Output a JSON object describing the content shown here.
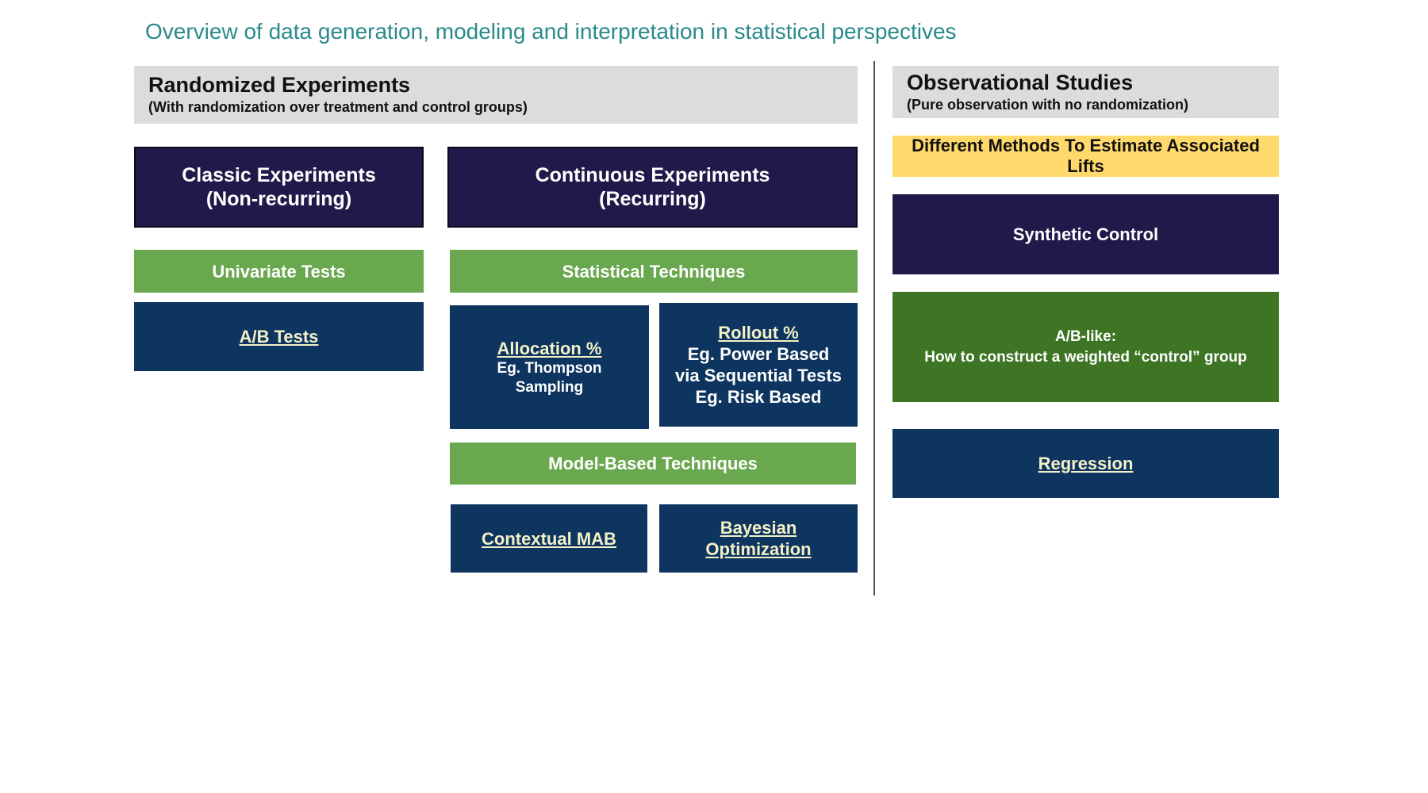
{
  "title": "Overview of data generation, modeling and interpretation in statistical perspectives",
  "randomized": {
    "heading": "Randomized Experiments",
    "subheading": "(With randomization over treatment and control groups)",
    "classic": {
      "line1": "Classic Experiments",
      "line2": "(Non-recurring)",
      "univariate": "Univariate Tests",
      "ab_tests": "A/B Tests"
    },
    "continuous": {
      "line1": "Continuous Experiments",
      "line2": "(Recurring)",
      "statistical": "Statistical Techniques",
      "allocation": {
        "link": "Allocation %",
        "line1": "Eg. Thompson",
        "line2": "Sampling"
      },
      "rollout": {
        "link": "Rollout %",
        "line1": "Eg. Power Based",
        "line2": "via Sequential Tests",
        "line3": "Eg. Risk Based"
      },
      "model_based": "Model-Based Techniques",
      "contextual_mab": "Contextual MAB",
      "bayesian": {
        "line1": "Bayesian",
        "line2": "Optimization"
      }
    }
  },
  "observational": {
    "heading": "Observational Studies",
    "subheading": "(Pure observation with no randomization)",
    "methods": {
      "line1": "Different Methods To Estimate Associated",
      "line2": "Lifts"
    },
    "synthetic_control": "Synthetic Control",
    "ab_like": {
      "line1": "A/B-like:",
      "line2": "How to construct a weighted “control” group"
    },
    "regression": "Regression"
  },
  "colors": {
    "title": "#2a8a8a",
    "header_bg": "#dcdcde",
    "purple": "#22194a",
    "green": "#6aa84f",
    "dark_green": "#3e7524",
    "navy": "#0d355f",
    "yellow": "#ffd96b",
    "link": "#f4f0c8"
  }
}
